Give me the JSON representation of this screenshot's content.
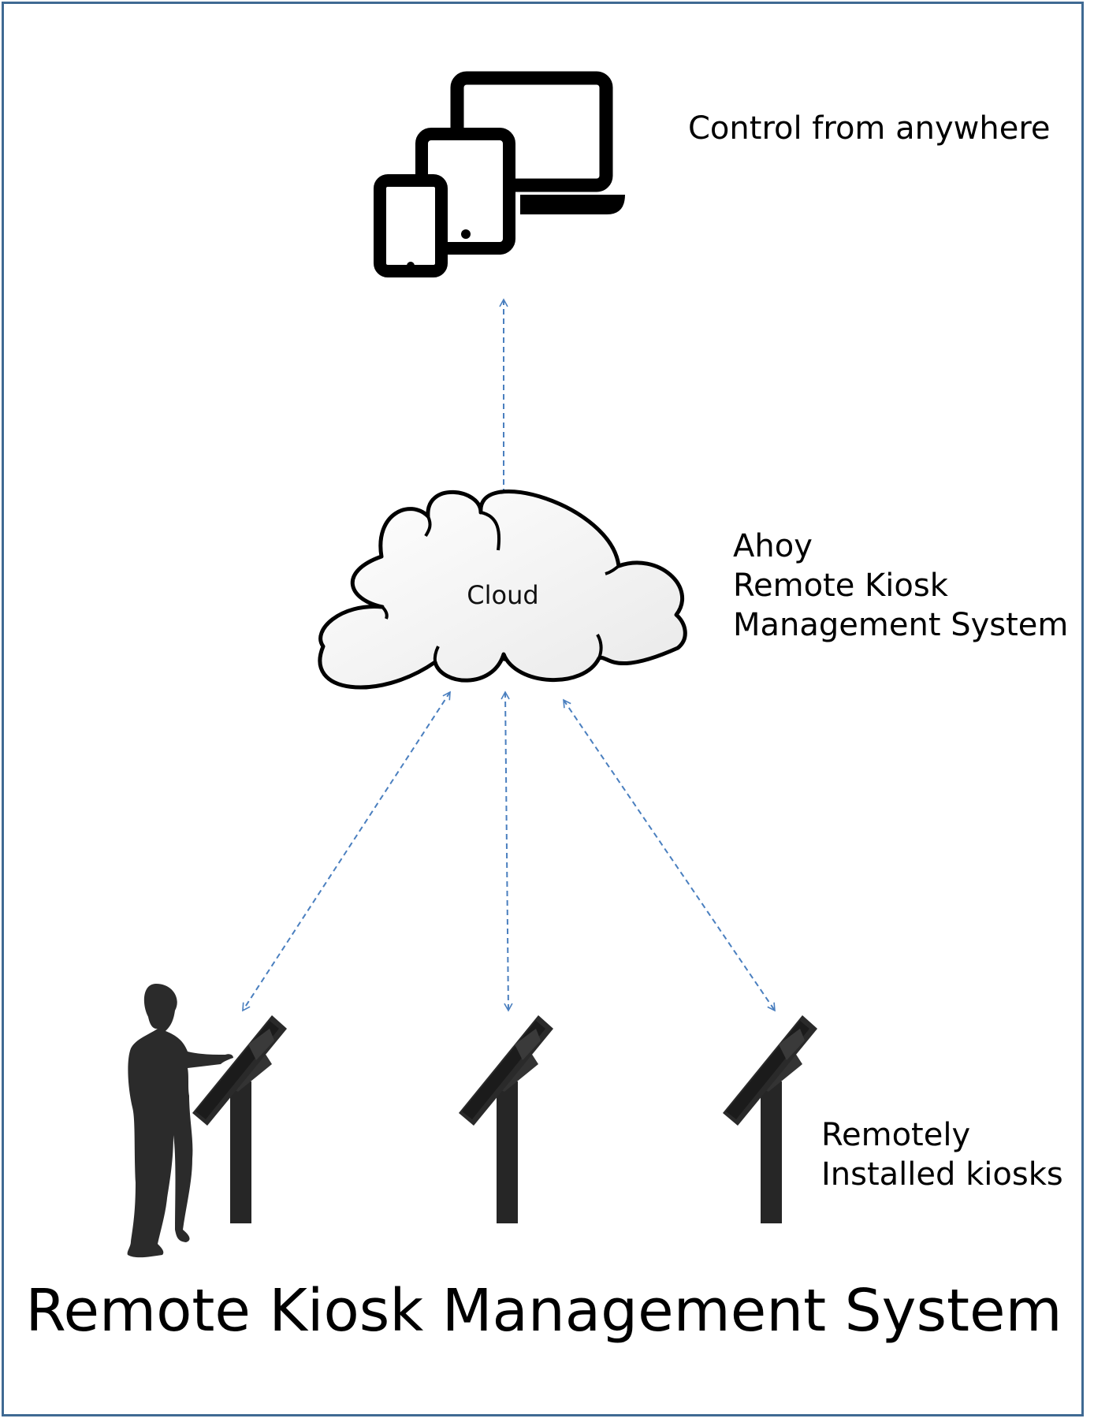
{
  "labels": {
    "control": "Control from anywhere",
    "cloud_system": [
      "Ahoy",
      "Remote Kiosk",
      "Management System"
    ],
    "kiosks": [
      "Remotely",
      "Installed kiosks"
    ],
    "cloud": "Cloud"
  },
  "title": "Remote Kiosk Management System",
  "colors": {
    "border": "#3f6a93",
    "connector": "#4a7fbf",
    "icon": "#000000",
    "kiosk": "#262626"
  },
  "icons": [
    "devices-icon",
    "cloud-icon",
    "person-icon",
    "kiosk-icon"
  ]
}
